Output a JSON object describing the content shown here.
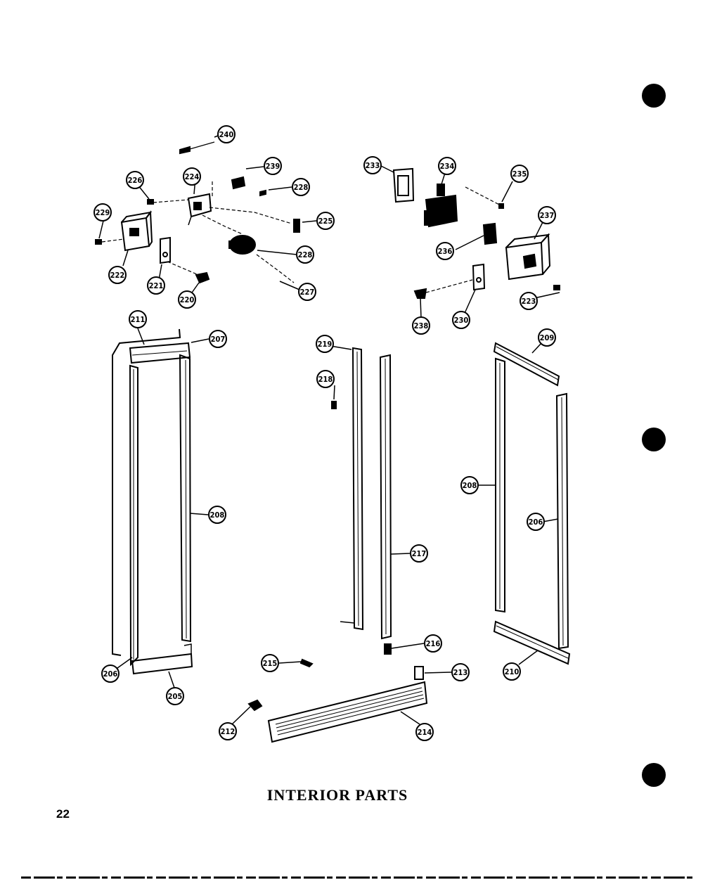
{
  "title": "INTERIOR PARTS",
  "page_number": "22",
  "part_numbers": [
    "211",
    "207",
    "208",
    "206",
    "205",
    "212",
    "214",
    "213",
    "215",
    "216",
    "217",
    "218",
    "219",
    "209",
    "210",
    "240",
    "239",
    "228",
    "224",
    "225",
    "226",
    "227",
    "229",
    "222",
    "221",
    "220",
    "233",
    "234",
    "235",
    "236",
    "237",
    "223",
    "238",
    "230"
  ]
}
